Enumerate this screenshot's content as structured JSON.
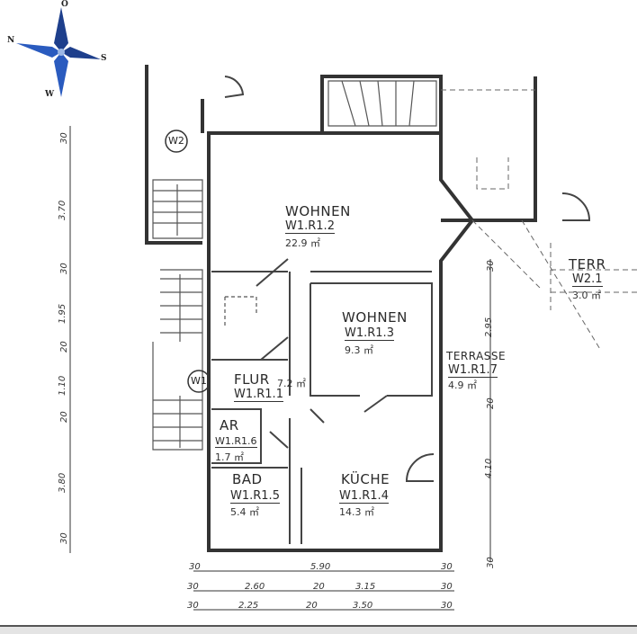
{
  "compass": {
    "north": "N",
    "east": "O",
    "south": "S",
    "west": "W"
  },
  "units": {
    "w2_marker": "W2",
    "w1_marker": "W1"
  },
  "rooms": [
    {
      "name": "WOHNEN",
      "id": "W1.R1.2",
      "area": "22.9 ㎡"
    },
    {
      "name": "WOHNEN",
      "id": "W1.R1.3",
      "area": "9.3 ㎡"
    },
    {
      "name": "FLUR",
      "id": "W1.R1.1",
      "area": "7.2 ㎡"
    },
    {
      "name": "TERRASSE",
      "id": "W1.R1.7",
      "area": "4.9 ㎡"
    },
    {
      "name": "AR",
      "id": "W1.R1.6",
      "area": "1.7 ㎡"
    },
    {
      "name": "BAD",
      "id": "W1.R1.5",
      "area": "5.4 ㎡"
    },
    {
      "name": "KÜCHE",
      "id": "W1.R1.4",
      "area": "14.3 ㎡"
    },
    {
      "name": "TERR",
      "id": "W2.1",
      "area": "3.0 ㎡"
    }
  ],
  "dims_left": [
    "30",
    "3.70",
    "30",
    "1.95",
    "20",
    "1.10",
    "20",
    "3.80",
    "30"
  ],
  "dims_right": [
    "30",
    "2.95",
    "20",
    "4.10",
    "30"
  ],
  "dims_bottom_row1": [
    "30",
    "5.90",
    "30"
  ],
  "dims_bottom_row2": [
    "30",
    "2.60",
    "20",
    "3.15",
    "30"
  ],
  "dims_bottom_row3": [
    "30",
    "2.25",
    "20",
    "3.50",
    "30"
  ]
}
